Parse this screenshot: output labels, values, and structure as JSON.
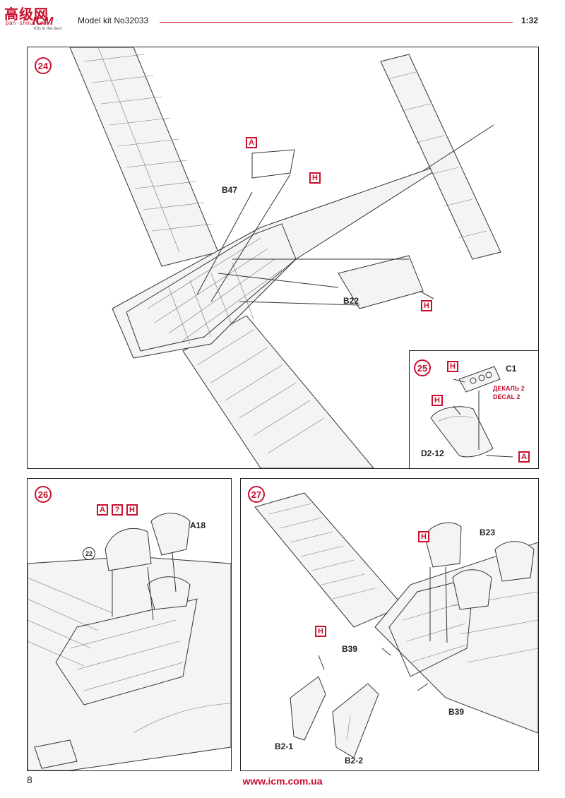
{
  "header": {
    "logo_cn": "高级网",
    "logo_url": "pan-shou.com",
    "logo_brand": "ICM",
    "logo_tagline": "Kits in the best",
    "title": "Model kit No32033",
    "scale": "1:32"
  },
  "steps": [
    {
      "number": "24",
      "labels": [
        "B47",
        "B22"
      ],
      "boxes": [
        "A",
        "H",
        "H"
      ]
    },
    {
      "number": "25",
      "labels": [
        "C1",
        "D2-12"
      ],
      "boxes": [
        "H",
        "H",
        "A"
      ],
      "notes": [
        "ДЕКАЛЬ 2",
        "DECAL 2"
      ]
    },
    {
      "number": "26",
      "labels": [
        "A18"
      ],
      "boxes": [
        "A",
        "?",
        "H"
      ],
      "ref": "22"
    },
    {
      "number": "27",
      "labels": [
        "B23",
        "B39",
        "B39",
        "B2-1",
        "B2-2"
      ],
      "boxes": [
        "H",
        "H"
      ]
    }
  ],
  "footer": {
    "page": "8",
    "url": "www.icm.com.ua"
  },
  "colors": {
    "accent": "#c8102e",
    "line": "#333333"
  }
}
